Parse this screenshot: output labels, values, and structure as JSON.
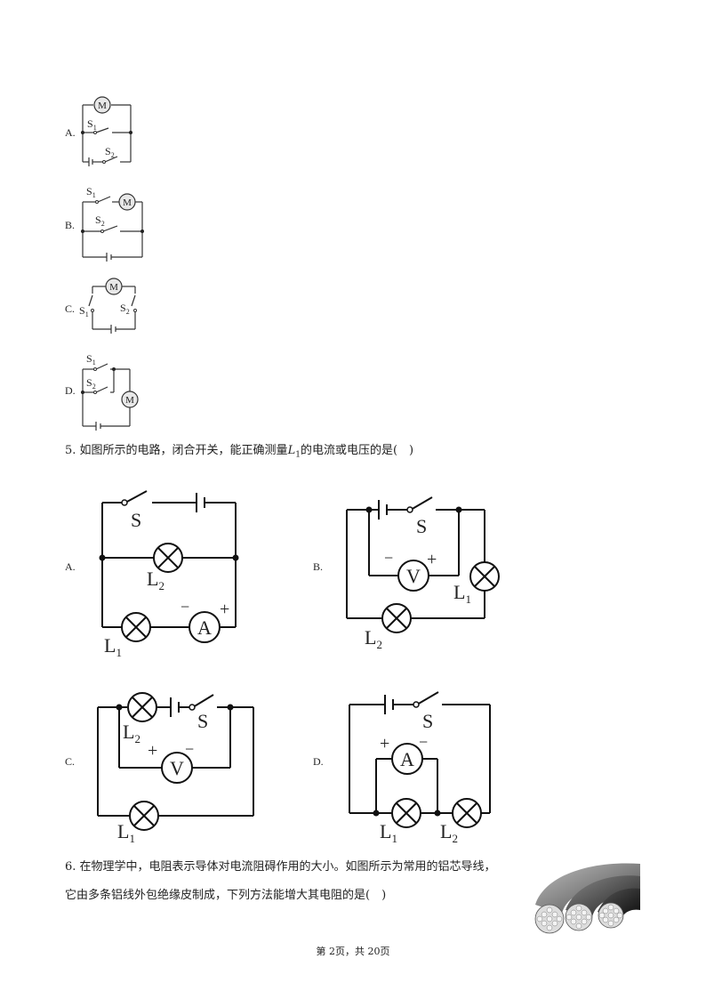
{
  "q4": {
    "options": [
      {
        "label": "A.",
        "s1": "S",
        "s1_sub": "1",
        "s2": "S",
        "s2_sub": "2",
        "motor": "M"
      },
      {
        "label": "B.",
        "s1": "S",
        "s1_sub": "1",
        "s2": "S",
        "s2_sub": "2",
        "motor": "M"
      },
      {
        "label": "C.",
        "s1": "S",
        "s1_sub": "1",
        "s2": "S",
        "s2_sub": "2",
        "motor": "M"
      },
      {
        "label": "D.",
        "s1": "S",
        "s1_sub": "1",
        "s2": "S",
        "s2_sub": "2",
        "motor": "M"
      }
    ]
  },
  "q5": {
    "number": "5.",
    "stem_before": "如图所示的电路，闭合开关，能正确测量",
    "stem_var": "L",
    "stem_sub": "1",
    "stem_after": "的电流或电压的是(　)",
    "options": [
      {
        "label": "A.",
        "switch": "S",
        "lamp1": "L",
        "lamp1_sub": "1",
        "lamp2": "L",
        "lamp2_sub": "2",
        "meter": "A",
        "minus": "−",
        "plus": "+"
      },
      {
        "label": "B.",
        "switch": "S",
        "lamp1": "L",
        "lamp1_sub": "1",
        "lamp2": "L",
        "lamp2_sub": "2",
        "meter": "V",
        "minus": "−",
        "plus": "+"
      },
      {
        "label": "C.",
        "switch": "S",
        "lamp1": "L",
        "lamp1_sub": "1",
        "lamp2": "L",
        "lamp2_sub": "2",
        "meter": "V",
        "minus": "−",
        "plus": "+"
      },
      {
        "label": "D.",
        "switch": "S",
        "lamp1": "L",
        "lamp1_sub": "1",
        "lamp2": "L",
        "lamp2_sub": "2",
        "meter": "A",
        "minus": "−",
        "plus": "+"
      }
    ]
  },
  "q6": {
    "number": "6.",
    "line1": "在物理学中，电阻表示导体对电流阻碍作用的大小。如图所示为常用的铝芯导线，",
    "line2": "它由多条铝线外包绝缘皮制成，下列方法能增大其电阻的是(　)"
  },
  "footer": {
    "text": "第 2页，共 20页"
  }
}
